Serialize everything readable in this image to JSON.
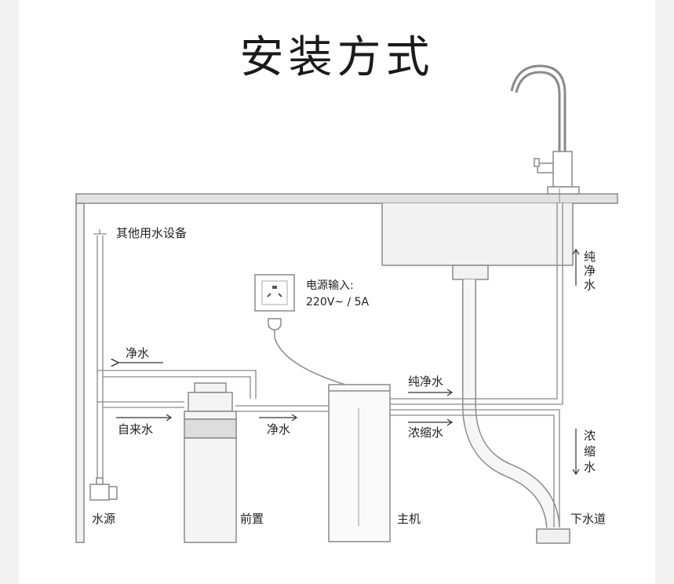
{
  "title": "安装方式",
  "labels": {
    "other_equipment": "其他用水设备",
    "power_input_line1": "电源输入:",
    "power_input_line2": "220V~ / 5A",
    "clean_water_upper": "净水",
    "tap_water": "自来水",
    "clean_water_lower": "净水",
    "pure_water_horizontal": "纯净水",
    "concentrate_horizontal": "浓缩水",
    "pure_water_vertical": [
      "纯",
      "净",
      "水"
    ],
    "concentrate_vertical": [
      "浓",
      "缩",
      "水"
    ],
    "water_source": "水源",
    "prefilter": "前置",
    "main_unit": "主机",
    "drain": "下水道"
  },
  "colors": {
    "line": "#8a8a8a",
    "text": "#222222",
    "cabinet_top": "#e2e2e2"
  }
}
